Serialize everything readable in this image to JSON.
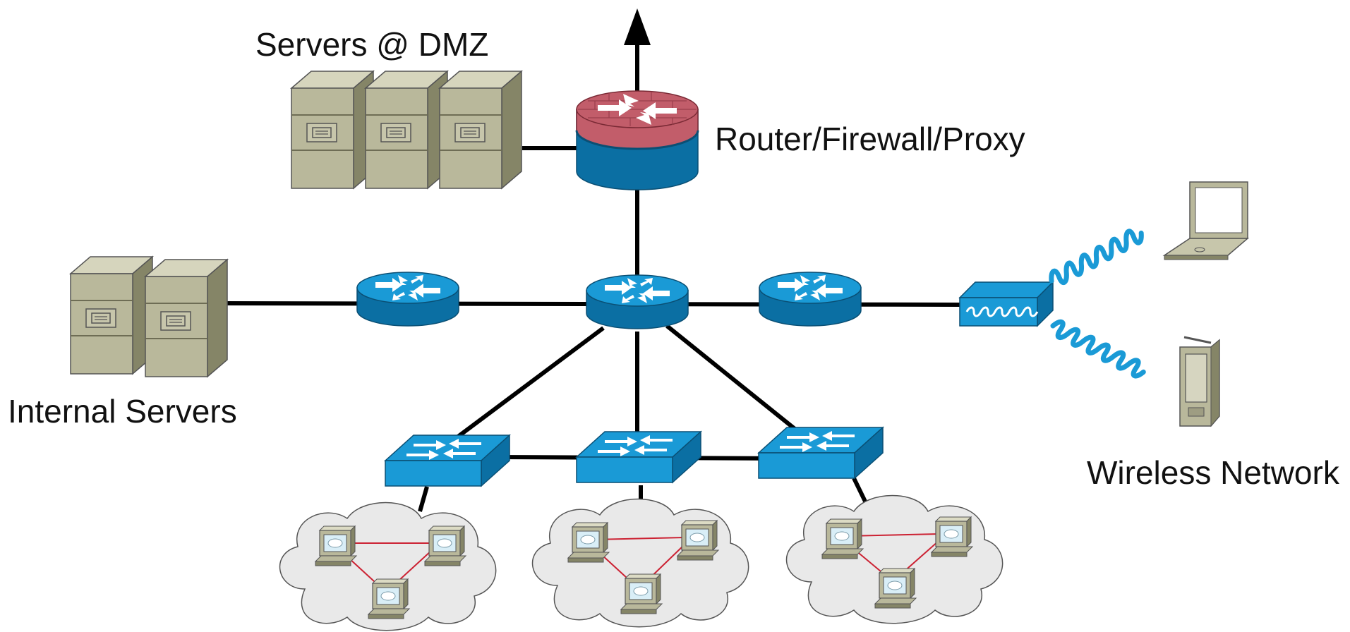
{
  "labels": {
    "dmz": "Servers @ DMZ",
    "router": "Router/Firewall/Proxy",
    "internal": "Internal Servers",
    "wireless": "Wireless Network"
  },
  "colors": {
    "device_blue": "#1a9ad6",
    "device_blue_dark": "#0b6fa3",
    "firewall_red": "#c25d6a",
    "server_face": "#b9b89b",
    "server_side": "#858567",
    "cloud_fill": "#e8e8e8",
    "lan_link": "#cc2233",
    "link": "#000000"
  }
}
